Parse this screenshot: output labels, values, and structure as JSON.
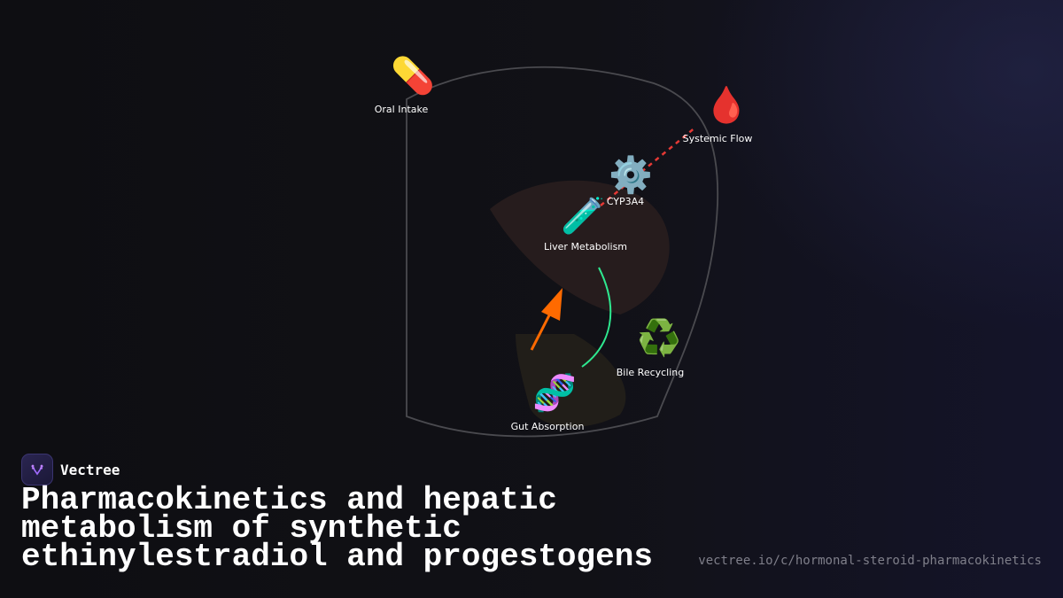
{
  "brand": {
    "name": "Vectree",
    "accent": "#8b5cf6"
  },
  "title": "Pharmacokinetics and hepatic metabolism of synthetic ethinylestradiol and progestogens",
  "url": "vectree.io/c/hormonal-steroid-pharmacokinetics",
  "nodes": {
    "oral_intake": {
      "label": "Oral Intake",
      "icon": "💊",
      "icon_name": "pill-icon"
    },
    "systemic_flow": {
      "label": "Systemic Flow",
      "icon": "🩸",
      "icon_name": "blood-drop-icon"
    },
    "cyp3a4": {
      "label": "CYP3A4",
      "icon": "⚙️",
      "icon_name": "gear-icon"
    },
    "liver": {
      "label": "Liver Metabolism",
      "icon": "🧪",
      "icon_name": "test-tube-icon"
    },
    "bile": {
      "label": "Bile Recycling",
      "icon": "♻️",
      "icon_name": "recycle-icon"
    },
    "gut": {
      "label": "Gut Absorption",
      "icon": "🧬",
      "icon_name": "dna-icon"
    }
  },
  "colors": {
    "absorption_arrow": "#ff6a00",
    "bile_curve": "#2ee88f",
    "systemic_dashed": "#e53935",
    "body_outline": "#4a4a4f"
  }
}
